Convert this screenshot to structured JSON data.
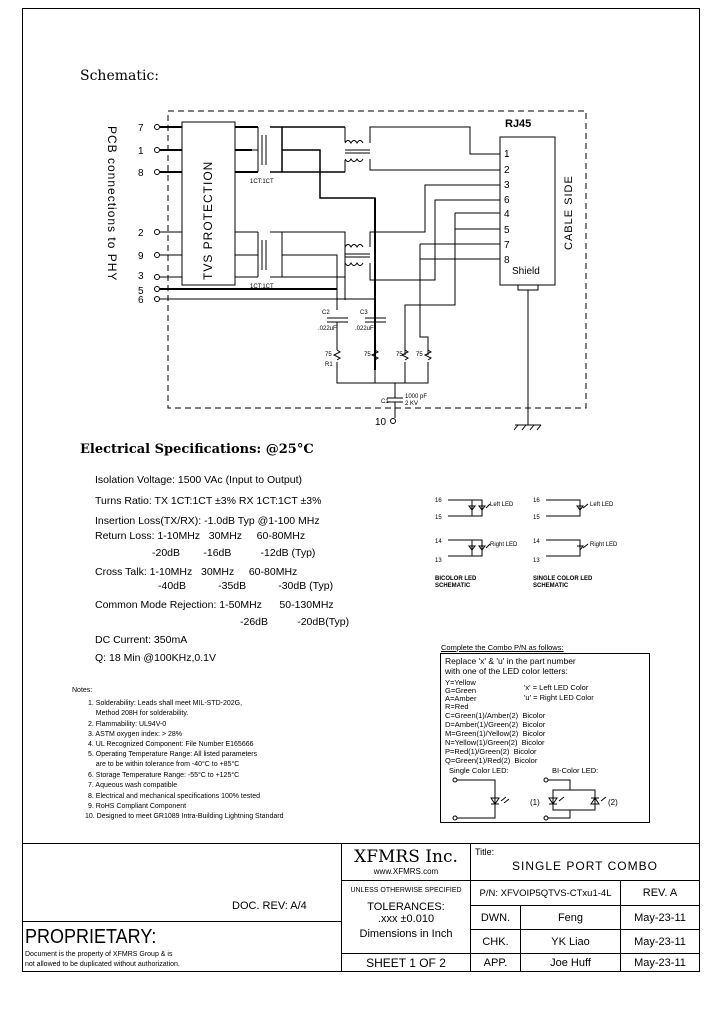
{
  "schematic": {
    "heading": "Schematic:",
    "side_label": "PCB connections to PHY",
    "tvs_label": "TVS PROTECTION",
    "rj45_label": "RJ45",
    "cable_side": "CABLE SIDE",
    "shield": "Shield",
    "left_pins": [
      "7",
      "1",
      "8",
      "2",
      "9",
      "3",
      "5",
      "6"
    ],
    "rj45_pins": [
      "1",
      "2",
      "3",
      "6",
      "4",
      "5",
      "7",
      "8"
    ],
    "ratio_top": "1CT:1CT",
    "ratio_bottom": "1CT:1CT",
    "c2": "C2",
    "c2_val": ".022uF",
    "c3": "C3",
    "c3_val": ".022uF",
    "r_val": "75",
    "r1": "R1",
    "c1": "C1",
    "c1_val1": "1000 pF",
    "c1_val2": "2 KV",
    "pin10": "10"
  },
  "electrical": {
    "heading": "Electrical Specifications: @25°C",
    "lines": [
      "Isolation Voltage:   1500 VAc (Input to Output)",
      "Turns Ratio: TX 1CT:1CT ±3% RX 1CT:1CT ±3%",
      "Insertion Loss(TX/RX): -1.0dB Typ @1-100 MHz",
      "Return Loss: 1-10MHz   30MHz     60-80MHz",
      "-20dB        -16dB          -12dB (Typ)",
      "Cross Talk: 1-10MHz   30MHz     60-80MHz",
      "-40dB           -35dB           -30dB (Typ)",
      "Common Mode Rejection: 1-50MHz      50-130MHz",
      "-26dB          -20dB(Typ)",
      "DC Current: 350mA",
      "Q: 18 Min @100KHz,0.1V"
    ]
  },
  "led_schematic": {
    "bicolor": {
      "pins": [
        "16",
        "15",
        "14",
        "13"
      ],
      "left": "Left LED",
      "right": "Right LED",
      "caption1": "BICOLOR LED",
      "caption2": "SCHEMATIC"
    },
    "single": {
      "pins": [
        "16",
        "15",
        "14",
        "13"
      ],
      "left": "Left LED",
      "right": "Right LED",
      "caption1": "SINGLE COLOR LED",
      "caption2": "SCHEMATIC"
    }
  },
  "combo": {
    "heading": "Complete the Combo P/N as follows:",
    "intro1": "Replace 'x' & 'u' in the part number",
    "intro2": "with one of the LED color letters:",
    "colors": [
      "Y=Yellow",
      "G=Green",
      "A=Amber",
      "R=Red"
    ],
    "legend": [
      "'x' = Left LED Color",
      "'u' = Right LED Color"
    ],
    "bicolors": [
      "C=Green(1)/Amber(2)  Bicolor",
      "D=Amber(1)/Green(2)  Bicolor",
      "M=Green(1)/Yellow(2)  Bicolor",
      "N=Yellow(1)/Green(2)  Bicolor",
      "P=Red(1)/Green(2)  Bicolor",
      "Q=Green(1)/Red(2)  Bicolor"
    ],
    "single_label": "Single Color LED:",
    "bi_label": "BI-Color LED:",
    "mark1": "(1)",
    "mark2": "(2)"
  },
  "notes": {
    "heading": "Notes:",
    "items": [
      "1. Solderability: Leads shall meet MIL-STD-202G,",
      "    Method 208H for solderability.",
      "2. Flammability: UL94V-0",
      "3. ASTM oxygen index: > 28%",
      "4. UL Recognized Component: File Number E165666",
      "5. Operating Temperature Range: All listed parameters",
      "    are to be within tolerance from -40°C to +85°C",
      "6. Storage Temperature Range: -55°C to +125°C",
      "7. Aqueous wash compatible",
      "8. Electrical and mechanical specifications 100% tested",
      "9. RoHS Compliant Component",
      "10. Designed to meet GR1089 Intra-Building Lightning Standard"
    ]
  },
  "title_block": {
    "doc_rev": "DOC. REV: A/4",
    "proprietary": "PROPRIETARY:",
    "prop_text1": "Document is the property of XFMRS Group & is",
    "prop_text2": "not allowed to be duplicated without authorization.",
    "company": "XFMRS Inc.",
    "website": "www.XFMRS.com",
    "title_label": "Title:",
    "title": "SINGLE PORT COMBO",
    "unless": "UNLESS OTHERWISE SPECIFIED",
    "tolerances": "TOLERANCES:",
    "tol_val": ".xxx ±0.010",
    "dims": "Dimensions in Inch",
    "sheet": "SHEET 1 OF 2",
    "pn": "P/N: XFVOIP5QTVS-CTxu1-4L",
    "rev": "REV. A",
    "rows": [
      {
        "role": "DWN.",
        "name": "Feng",
        "date": "May-23-11"
      },
      {
        "role": "CHK.",
        "name": "YK Liao",
        "date": "May-23-11"
      },
      {
        "role": "APP.",
        "name": "Joe Huff",
        "date": "May-23-11"
      }
    ]
  }
}
